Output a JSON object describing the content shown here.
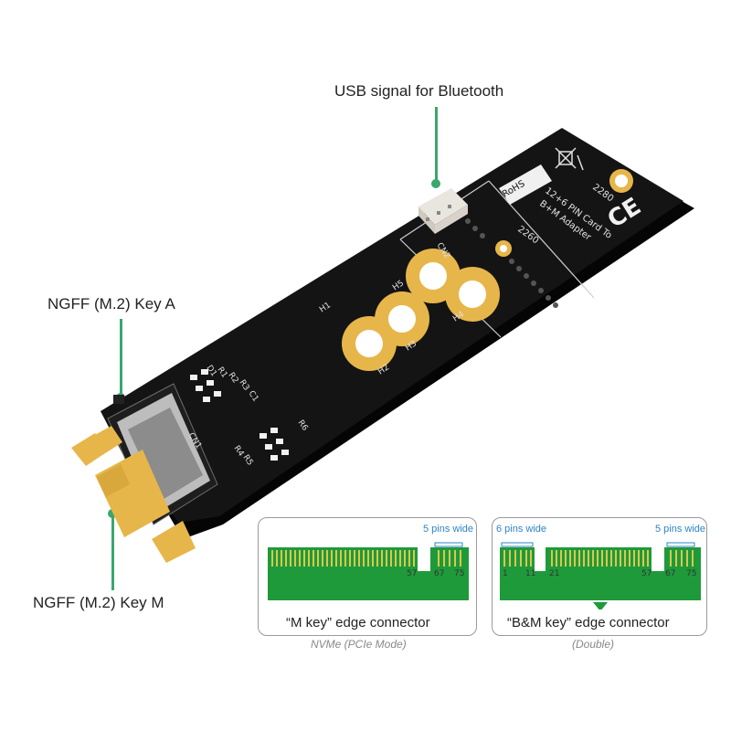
{
  "callouts": {
    "usb": "USB signal for Bluetooth",
    "key_a": "NGFF (M.2) Key A",
    "key_m": "NGFF (M.2) Key M"
  },
  "board": {
    "title_line1": "12+6 PIN Card To",
    "title_line2": "B+M Adapter",
    "size_2280": "2280",
    "size_2260": "2260",
    "rohs": "RoHS",
    "ce": "CE",
    "labels": [
      "H1",
      "H2",
      "H3",
      "H4",
      "H5",
      "CN1",
      "CN2",
      "D1",
      "R1",
      "R2",
      "R3",
      "R4",
      "R5",
      "R6",
      "C1"
    ]
  },
  "m_key": {
    "pins_note": "5 pins wide",
    "pin_numbers": [
      "57",
      "67",
      "75"
    ],
    "label": "“M key” edge connector",
    "sub": "NVMe (PCIe Mode)"
  },
  "bm_key": {
    "pins_note_left": "6 pins wide",
    "pins_note_right": "5 pins wide",
    "pin_numbers": [
      "1",
      "11",
      "21",
      "57",
      "67",
      "75"
    ],
    "label": "“B&M key” edge connector",
    "sub": "(Double)"
  },
  "colors": {
    "leader": "#3aa76d",
    "pcb": "#111111",
    "gold": "#e7b64a",
    "connector_green": "#1f9a3b",
    "connector_yellow": "#d9c84a"
  }
}
